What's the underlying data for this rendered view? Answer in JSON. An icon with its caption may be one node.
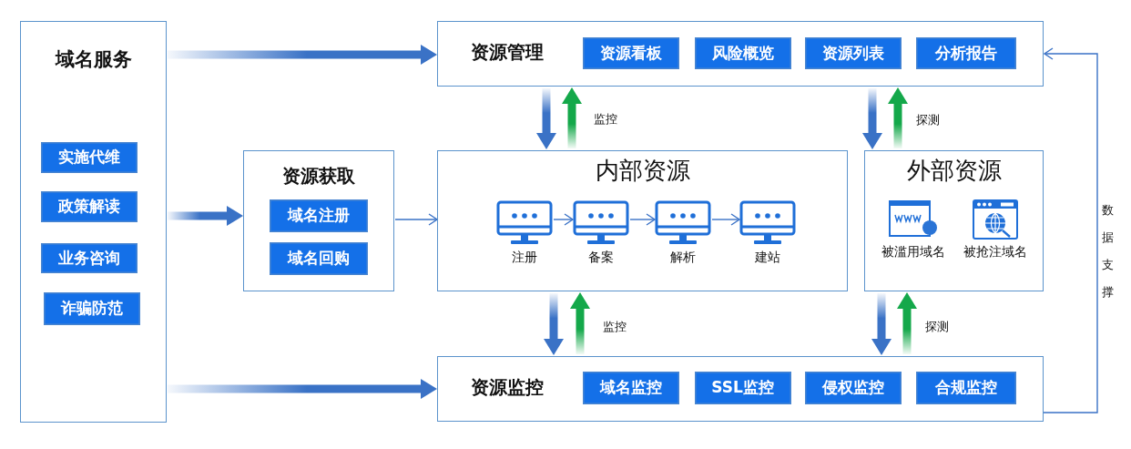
{
  "diagram": {
    "nodes": [
      {
        "text": [
          "域名服务"
        ]
      },
      {
        "text": [
          "实施代维"
        ],
        "in": 0
      },
      {
        "text": [
          "政策解读"
        ],
        "in": 0
      },
      {
        "text": [
          "业务咨询"
        ],
        "in": 0
      },
      {
        "text": [
          "诈骗防范"
        ],
        "in": 0
      },
      {
        "text": [
          "资源管理"
        ]
      },
      {
        "text": [
          "资源看板"
        ],
        "in": 5
      },
      {
        "text": [
          "风险概览"
        ],
        "in": 5
      },
      {
        "text": [
          "资源列表"
        ],
        "in": 5
      },
      {
        "text": [
          "分析报告"
        ],
        "in": 5
      },
      {
        "text": [
          "资源获取"
        ]
      },
      {
        "text": [
          "域名注册"
        ],
        "in": 10
      },
      {
        "text": [
          "域名回购"
        ],
        "in": 10
      },
      {
        "text": [
          "内部资源"
        ]
      },
      {
        "text": [
          "注册"
        ],
        "in": 13
      },
      {
        "text": [
          "备案"
        ],
        "in": 13
      },
      {
        "text": [
          "解析"
        ],
        "in": 13
      },
      {
        "text": [
          "建站"
        ],
        "in": 13
      },
      {
        "text": [
          "外部资源"
        ]
      },
      {
        "text": [
          "被滥用域名"
        ],
        "in": 18
      },
      {
        "text": [
          "被抢注域名"
        ],
        "in": 18
      },
      {
        "text": [
          "资源监控"
        ]
      },
      {
        "text": [
          "域名监控"
        ],
        "in": 21
      },
      {
        "text": [
          "SSL监控"
        ],
        "in": 21
      },
      {
        "text": [
          "侵权监控"
        ],
        "in": 21
      },
      {
        "text": [
          "合规监控"
        ],
        "in": 21
      }
    ],
    "edges": [
      {
        "from": 0,
        "to": 5,
        "arrow": "to",
        "style": "thick"
      },
      {
        "from": 0,
        "to": 10,
        "arrow": "to",
        "style": "thick"
      },
      {
        "from": 0,
        "to": 21,
        "arrow": "to",
        "style": "thick"
      },
      {
        "from": 10,
        "to": 13,
        "arrow": "to"
      },
      {
        "from": 14,
        "to": 15,
        "arrow": "to"
      },
      {
        "from": 15,
        "to": 16,
        "arrow": "to"
      },
      {
        "from": 16,
        "to": 17,
        "arrow": "to"
      },
      {
        "from": 5,
        "to": 13,
        "arrow": "to",
        "style": "thick"
      },
      {
        "from": 13,
        "to": 5,
        "arrow": "to",
        "style": "thick",
        "color": "#14a84a",
        "label": "监控"
      },
      {
        "from": 5,
        "to": 18,
        "arrow": "to",
        "style": "thick"
      },
      {
        "from": 18,
        "to": 5,
        "arrow": "to",
        "style": "thick",
        "color": "#14a84a",
        "label": "探测"
      },
      {
        "from": 13,
        "to": 21,
        "arrow": "to",
        "style": "thick"
      },
      {
        "from": 21,
        "to": 13,
        "arrow": "to",
        "style": "thick",
        "color": "#14a84a",
        "label": "监控"
      },
      {
        "from": 18,
        "to": 21,
        "arrow": "to",
        "style": "thick"
      },
      {
        "from": 21,
        "to": 18,
        "arrow": "to",
        "style": "thick",
        "color": "#14a84a",
        "label": "探测"
      },
      {
        "from": 21,
        "to": 5,
        "arrow": "to",
        "label": "数据支撑"
      }
    ]
  }
}
